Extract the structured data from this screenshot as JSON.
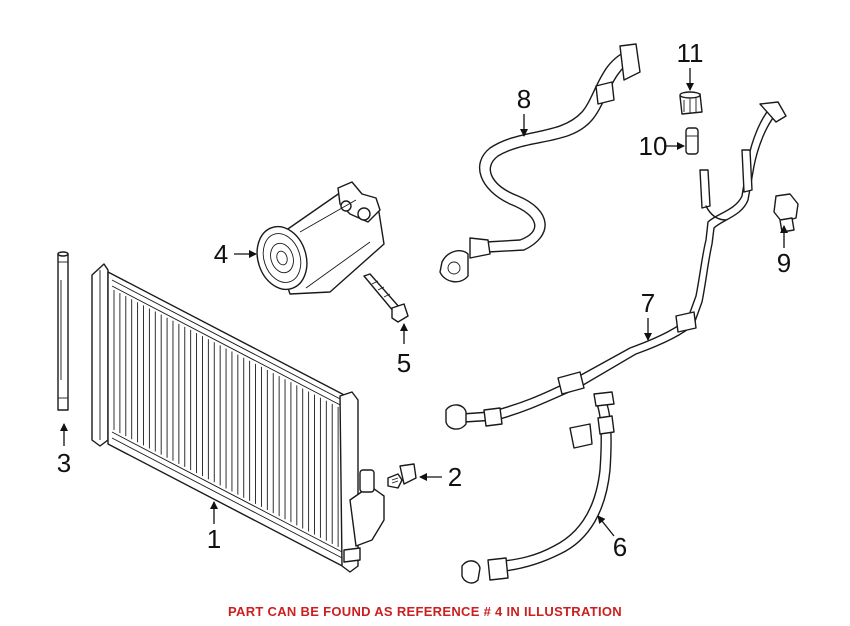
{
  "callouts": {
    "c1": "1",
    "c2": "2",
    "c3": "3",
    "c4": "4",
    "c5": "5",
    "c6": "6",
    "c7": "7",
    "c8": "8",
    "c9": "9",
    "c10": "10",
    "c11": "11"
  },
  "footer": {
    "text": "PART CAN BE FOUND AS REFERENCE # 4 IN ILLUSTRATION",
    "color": "#cc1f1f"
  }
}
